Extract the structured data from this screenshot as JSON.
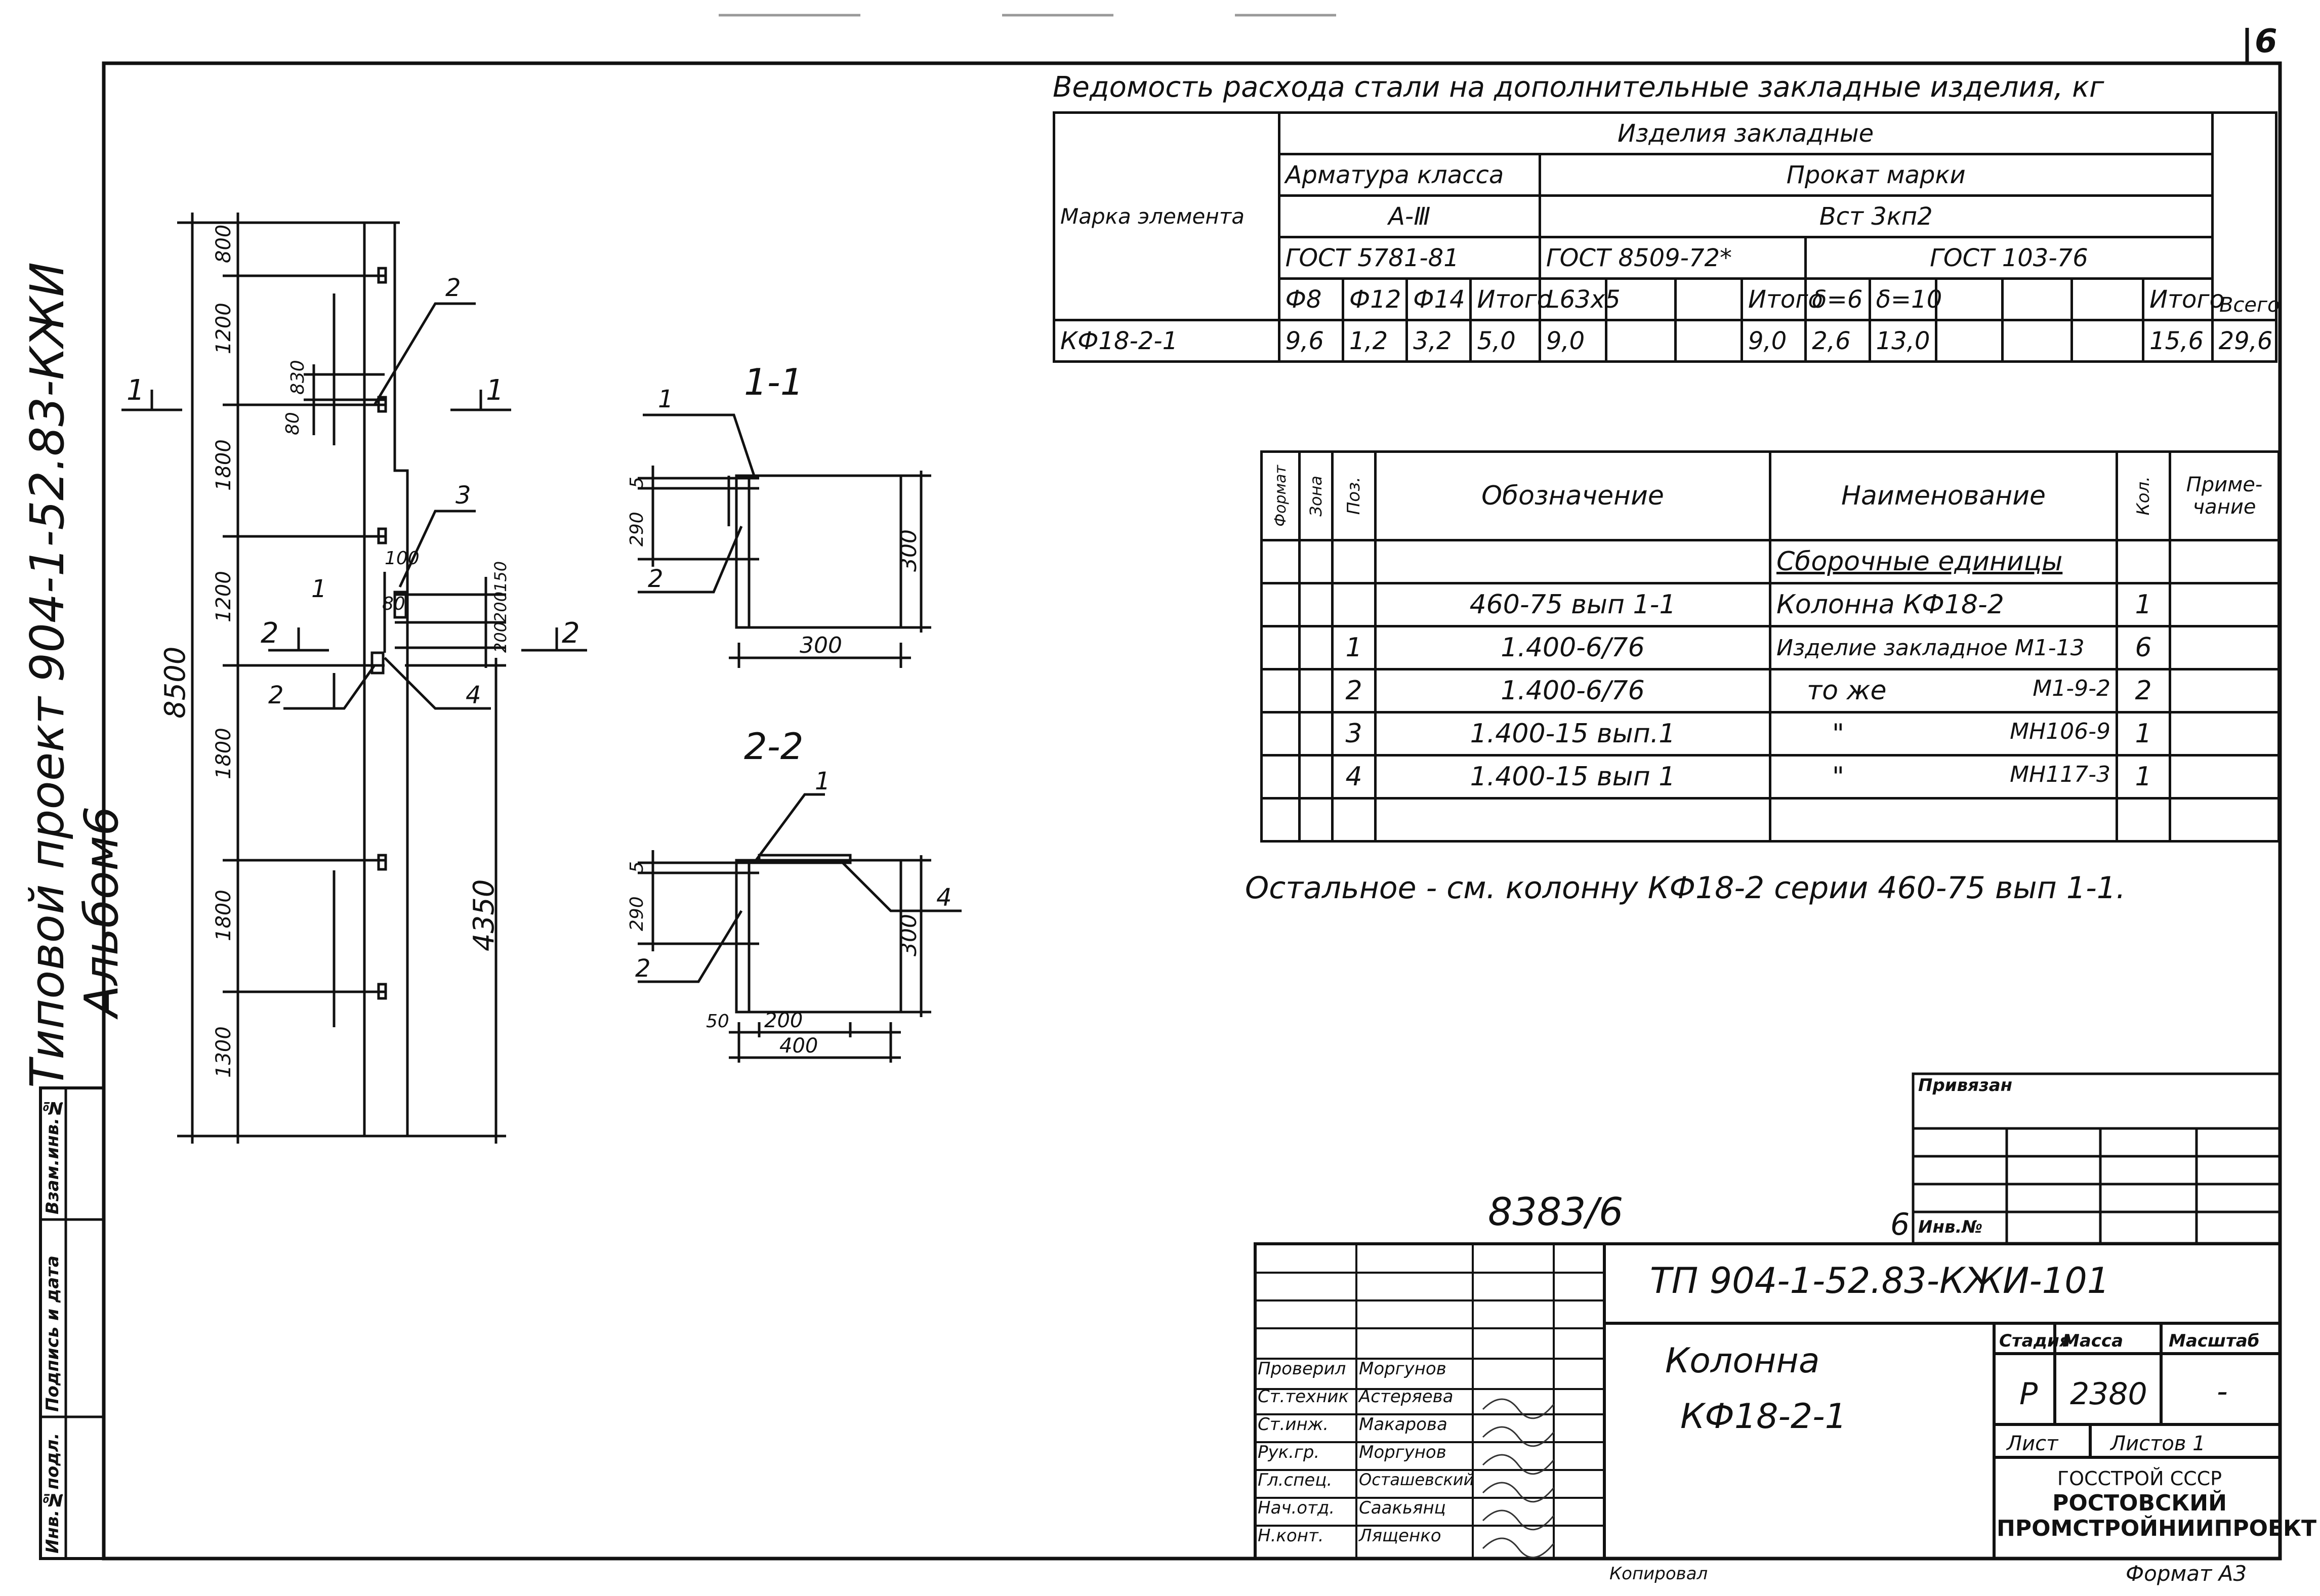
{
  "sheet_no": "6",
  "side_title": {
    "project": "Типовой проект 904-1-52.83-КЖИ",
    "album": "Альбом6"
  },
  "left_stamp": [
    "Инв.№подл.",
    "Подпись и дата",
    "Взам.инв.№"
  ],
  "drawing": {
    "labels": {
      "dim_total": "8500",
      "dim_4350": "4350",
      "d800": "800",
      "d1200a": "1200",
      "d1800a": "1800",
      "d1200b": "1200",
      "d1800b": "1800",
      "d1800c": "1800",
      "d1300": "1300",
      "d80": "80",
      "d830": "830",
      "d100": "100",
      "d80b": "80",
      "d150": "150",
      "d200a": "200",
      "d200b": "200",
      "p1": "1",
      "p2a": "2",
      "p2b": "2",
      "p3": "3",
      "p4": "4",
      "cut1a": "1",
      "cut1b": "1",
      "cut2a": "2",
      "cut2b": "2"
    }
  },
  "section1": {
    "title": "1-1",
    "pos1": "1",
    "pos2": "2",
    "d5": "5",
    "d290": "290",
    "d300v": "300",
    "d300h": "300"
  },
  "section2": {
    "title": "2-2",
    "pos1": "1",
    "pos2": "2",
    "pos4": "4",
    "d5": "5",
    "d290": "290",
    "d300v": "300",
    "d50": "50",
    "d200": "200",
    "d400": "400"
  },
  "steel_table": {
    "title": "Ведомость расхода стали на дополнительные закладные изделия, кг",
    "mark_header": "Марка элемента",
    "group": "Изделия закладные",
    "armature": "Арматура класса",
    "rolled": "Прокат марки",
    "armature_grade": "А-Ⅲ",
    "rolled_grade": "Вст 3кп2",
    "gost1": "ГОСТ 5781-81",
    "gost2": "ГОСТ 8509-72*",
    "gost3": "ГОСТ 103-76",
    "cols": [
      "Ф8",
      "Ф12",
      "Ф14",
      "Итого",
      "L63х5",
      "",
      "",
      "Итого",
      "δ=6",
      "δ=10",
      "",
      "",
      "",
      "Итого"
    ],
    "total_header": "Всего",
    "row": {
      "mark": "КФ18-2-1",
      "values": [
        "9,6",
        "1,2",
        "3,2",
        "5,0",
        "9,0",
        "",
        "",
        "9,0",
        "2,6",
        "13,0",
        "",
        "",
        "",
        "15,6"
      ],
      "total": "29,6"
    }
  },
  "spec_table": {
    "headers": {
      "format": "Формат",
      "zone": "Зона",
      "pos": "Поз.",
      "designation": "Обозначение",
      "name": "Наименование",
      "qty": "Кол.",
      "note": "Приме-чание"
    },
    "section_title": "Сборочные единицы",
    "rows": [
      {
        "pos": "",
        "designation": "460-75 вып 1-1",
        "name": "Колонна КФ18-2",
        "mark": "",
        "qty": "1"
      },
      {
        "pos": "1",
        "designation": "1.400-6/76",
        "name": "Изделие закладное М1-13",
        "mark": "",
        "qty": "6"
      },
      {
        "pos": "2",
        "designation": "1.400-6/76",
        "name": "то же",
        "mark": "М1-9-2",
        "qty": "2"
      },
      {
        "pos": "3",
        "designation": "1.400-15 вып.1",
        "name": "\"",
        "mark": "МН106-9",
        "qty": "1"
      },
      {
        "pos": "4",
        "designation": "1.400-15 вып 1",
        "name": "\"",
        "mark": "МН117-3",
        "qty": "1"
      }
    ]
  },
  "note": "Остальное - см. колонну КФ18-2 серии 460-75 вып 1-1.",
  "archive_no": "8383/6",
  "privyazan": {
    "label": "Привязан",
    "inv_label": "Инв.№",
    "inv_side": "6"
  },
  "title_block": {
    "code": "ТП 904-1-52.83-КЖИ-101",
    "name_line1": "Колонна",
    "name_line2": "КФ18-2-1",
    "stage_label": "Стадия",
    "mass_label": "Масса",
    "scale_label": "Масштаб",
    "stage": "Р",
    "mass": "2380",
    "scale": "-",
    "sheet_label": "Лист",
    "sheets_label": "Листов 1",
    "org1": "ГОССТРОЙ СССР",
    "org2": "РОСТОВСКИЙ",
    "org3": "ПРОМСТРОЙНИИПРОЕКТ",
    "roles": [
      {
        "role": "Проверил",
        "name": "Моргунов"
      },
      {
        "role": "Ст.техник",
        "name": "Астеряева"
      },
      {
        "role": "Ст.инж.",
        "name": "Макарова"
      },
      {
        "role": "Рук.гр.",
        "name": "Моргунов"
      },
      {
        "role": "Гл.спец.",
        "name": "Осташевский"
      },
      {
        "role": "Нач.отд.",
        "name": "Саакьянц"
      },
      {
        "role": "Н.конт.",
        "name": "Лященко"
      }
    ]
  },
  "footer": {
    "copied": "Копировал",
    "format": "Формат А3"
  }
}
